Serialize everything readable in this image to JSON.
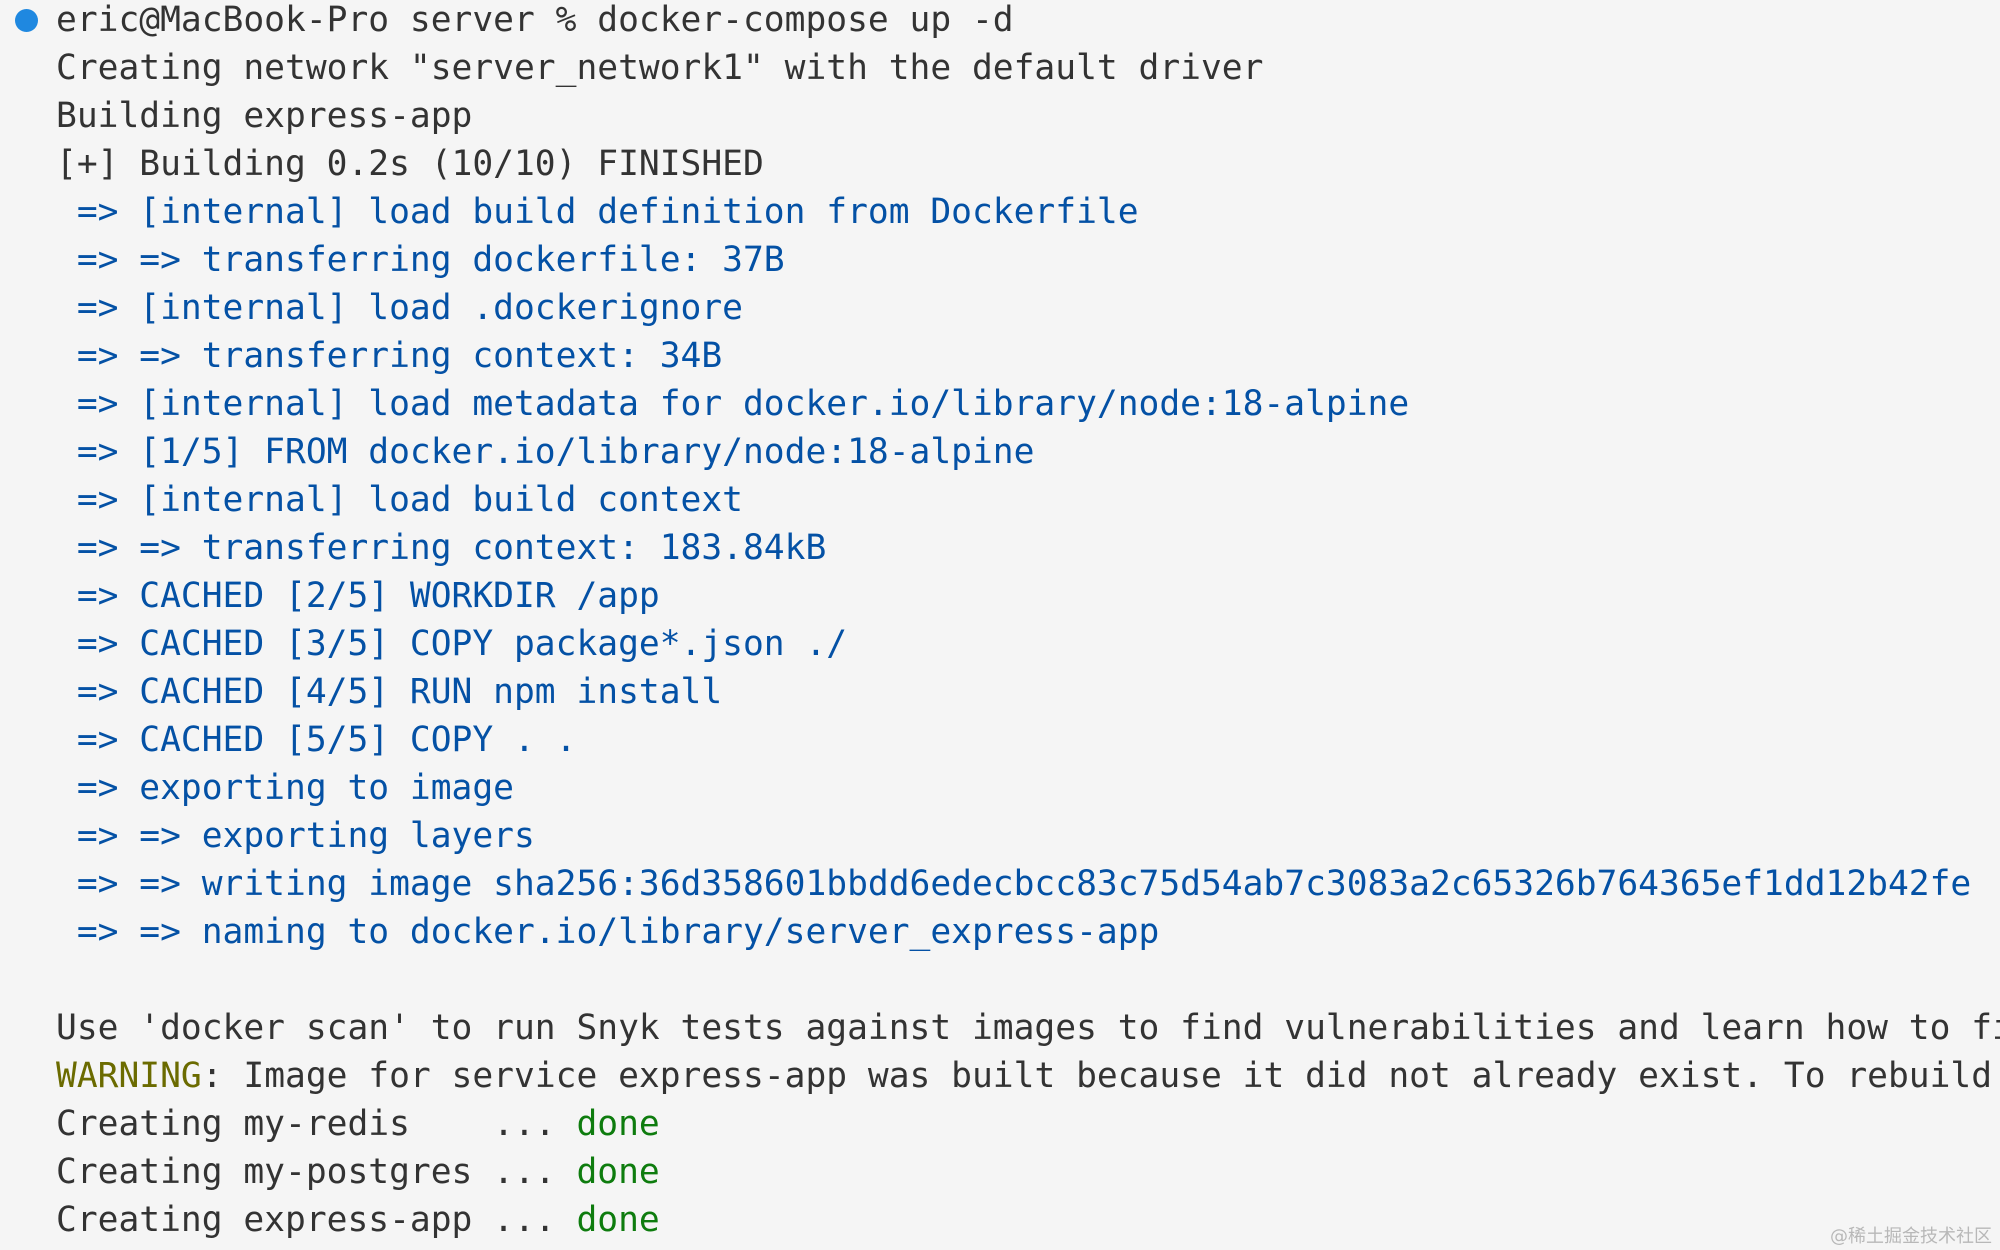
{
  "prompt": "eric@MacBook-Pro server % docker-compose up -d",
  "colors": {
    "background": "#f5f5f5",
    "text": "#333333",
    "build_step": "#0451a5",
    "done": "#0e7c0e",
    "warning": "#6b6b00",
    "prompt_dot": "#1f88e0"
  },
  "output": [
    "Creating network \"server_network1\" with the default driver",
    "Building express-app",
    "[+] Building 0.2s (10/10) FINISHED"
  ],
  "build_steps": [
    " => [internal] load build definition from Dockerfile",
    " => => transferring dockerfile: 37B",
    " => [internal] load .dockerignore",
    " => => transferring context: 34B",
    " => [internal] load metadata for docker.io/library/node:18-alpine",
    " => [1/5] FROM docker.io/library/node:18-alpine",
    " => [internal] load build context",
    " => => transferring context: 183.84kB",
    " => CACHED [2/5] WORKDIR /app",
    " => CACHED [3/5] COPY package*.json ./",
    " => CACHED [4/5] RUN npm install",
    " => CACHED [5/5] COPY . .",
    " => exporting to image",
    " => => exporting layers",
    " => => writing image sha256:36d358601bbdd6edecbcc83c75d54ab7c3083a2c65326b764365ef1dd12b42fe",
    " => => naming to docker.io/library/server_express-app"
  ],
  "scan_notice": "Use 'docker scan' to run Snyk tests against images to find vulnerabilities and learn how to fix them",
  "warning": {
    "label": "WARNING",
    "text": ": Image for service express-app was built because it did not already exist. To rebuild"
  },
  "containers": [
    {
      "prefix": "Creating my-redis    ... ",
      "status": "done"
    },
    {
      "prefix": "Creating my-postgres ... ",
      "status": "done"
    },
    {
      "prefix": "Creating express-app ... ",
      "status": "done"
    }
  ],
  "watermark": "@稀土掘金技术社区"
}
